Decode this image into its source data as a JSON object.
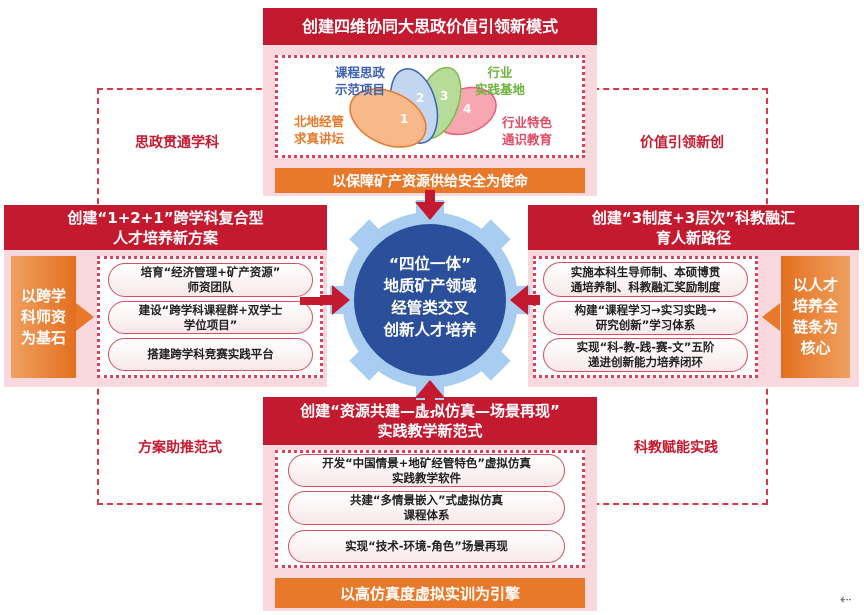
{
  "top": {
    "title": "创建四维协同大思政价值引领新模式",
    "petals": [
      {
        "num": "1",
        "label": [
          "北地经管",
          "求真讲坛"
        ]
      },
      {
        "num": "2",
        "label": [
          "课程思政",
          "示范项目"
        ]
      },
      {
        "num": "3",
        "label": [
          "行业",
          "实践基地"
        ]
      },
      {
        "num": "4",
        "label": [
          "行业特色",
          "通识教育"
        ]
      }
    ],
    "mission": "以保障矿产资源供给安全为使命"
  },
  "left": {
    "title": [
      "创建“1+2+1”跨学科复合型",
      "人才培养新方案"
    ],
    "base": [
      "以跨学",
      "科师资",
      "为基石"
    ],
    "items": [
      [
        "培育“经济管理+矿产资源”",
        "师资团队"
      ],
      [
        "建设“跨学科课程群+双学士",
        "学位项目”"
      ],
      [
        "搭建跨学科竞赛实践平台"
      ]
    ]
  },
  "right": {
    "title": [
      "创建“3制度+3层次”科教融汇",
      "育人新路径"
    ],
    "core": [
      "以人才",
      "培养全",
      "链条为",
      "核心"
    ],
    "items": [
      [
        "实施本科生导师制、本硕博贯",
        "通培养制、科教融汇奖励制度"
      ],
      [
        "构建“课程学习→实习实践→",
        "研究创新”学习体系"
      ],
      [
        "实现“科-教-践-赛-文”五阶",
        "递进创新能力培养闭环"
      ]
    ]
  },
  "bottom": {
    "title": [
      "创建“资源共建—虚拟仿真—场景再现”",
      "实践教学新范式"
    ],
    "items": [
      [
        "开发“中国情景+地矿经管特色”虚拟仿真",
        "实践教学软件"
      ],
      [
        "共建“多情景嵌入”式虚拟仿真",
        "课程体系"
      ],
      [
        "实现“技术-环境-角色”场景再现"
      ]
    ],
    "engine": "以高仿真度虚拟实训为引擎"
  },
  "corners": {
    "tl": "思政贯通学科",
    "tr": "价值引领新创",
    "bl": "方案助推范式",
    "br": "科教赋能实践"
  },
  "center": [
    "“四位一体”",
    "地质矿产领域",
    "经管类交叉",
    "创新人才培养"
  ],
  "colors": {
    "red": "#c41a30",
    "orange": "#e8792a",
    "blue": "#2b4f9a",
    "gear": "#a9cdf0"
  }
}
